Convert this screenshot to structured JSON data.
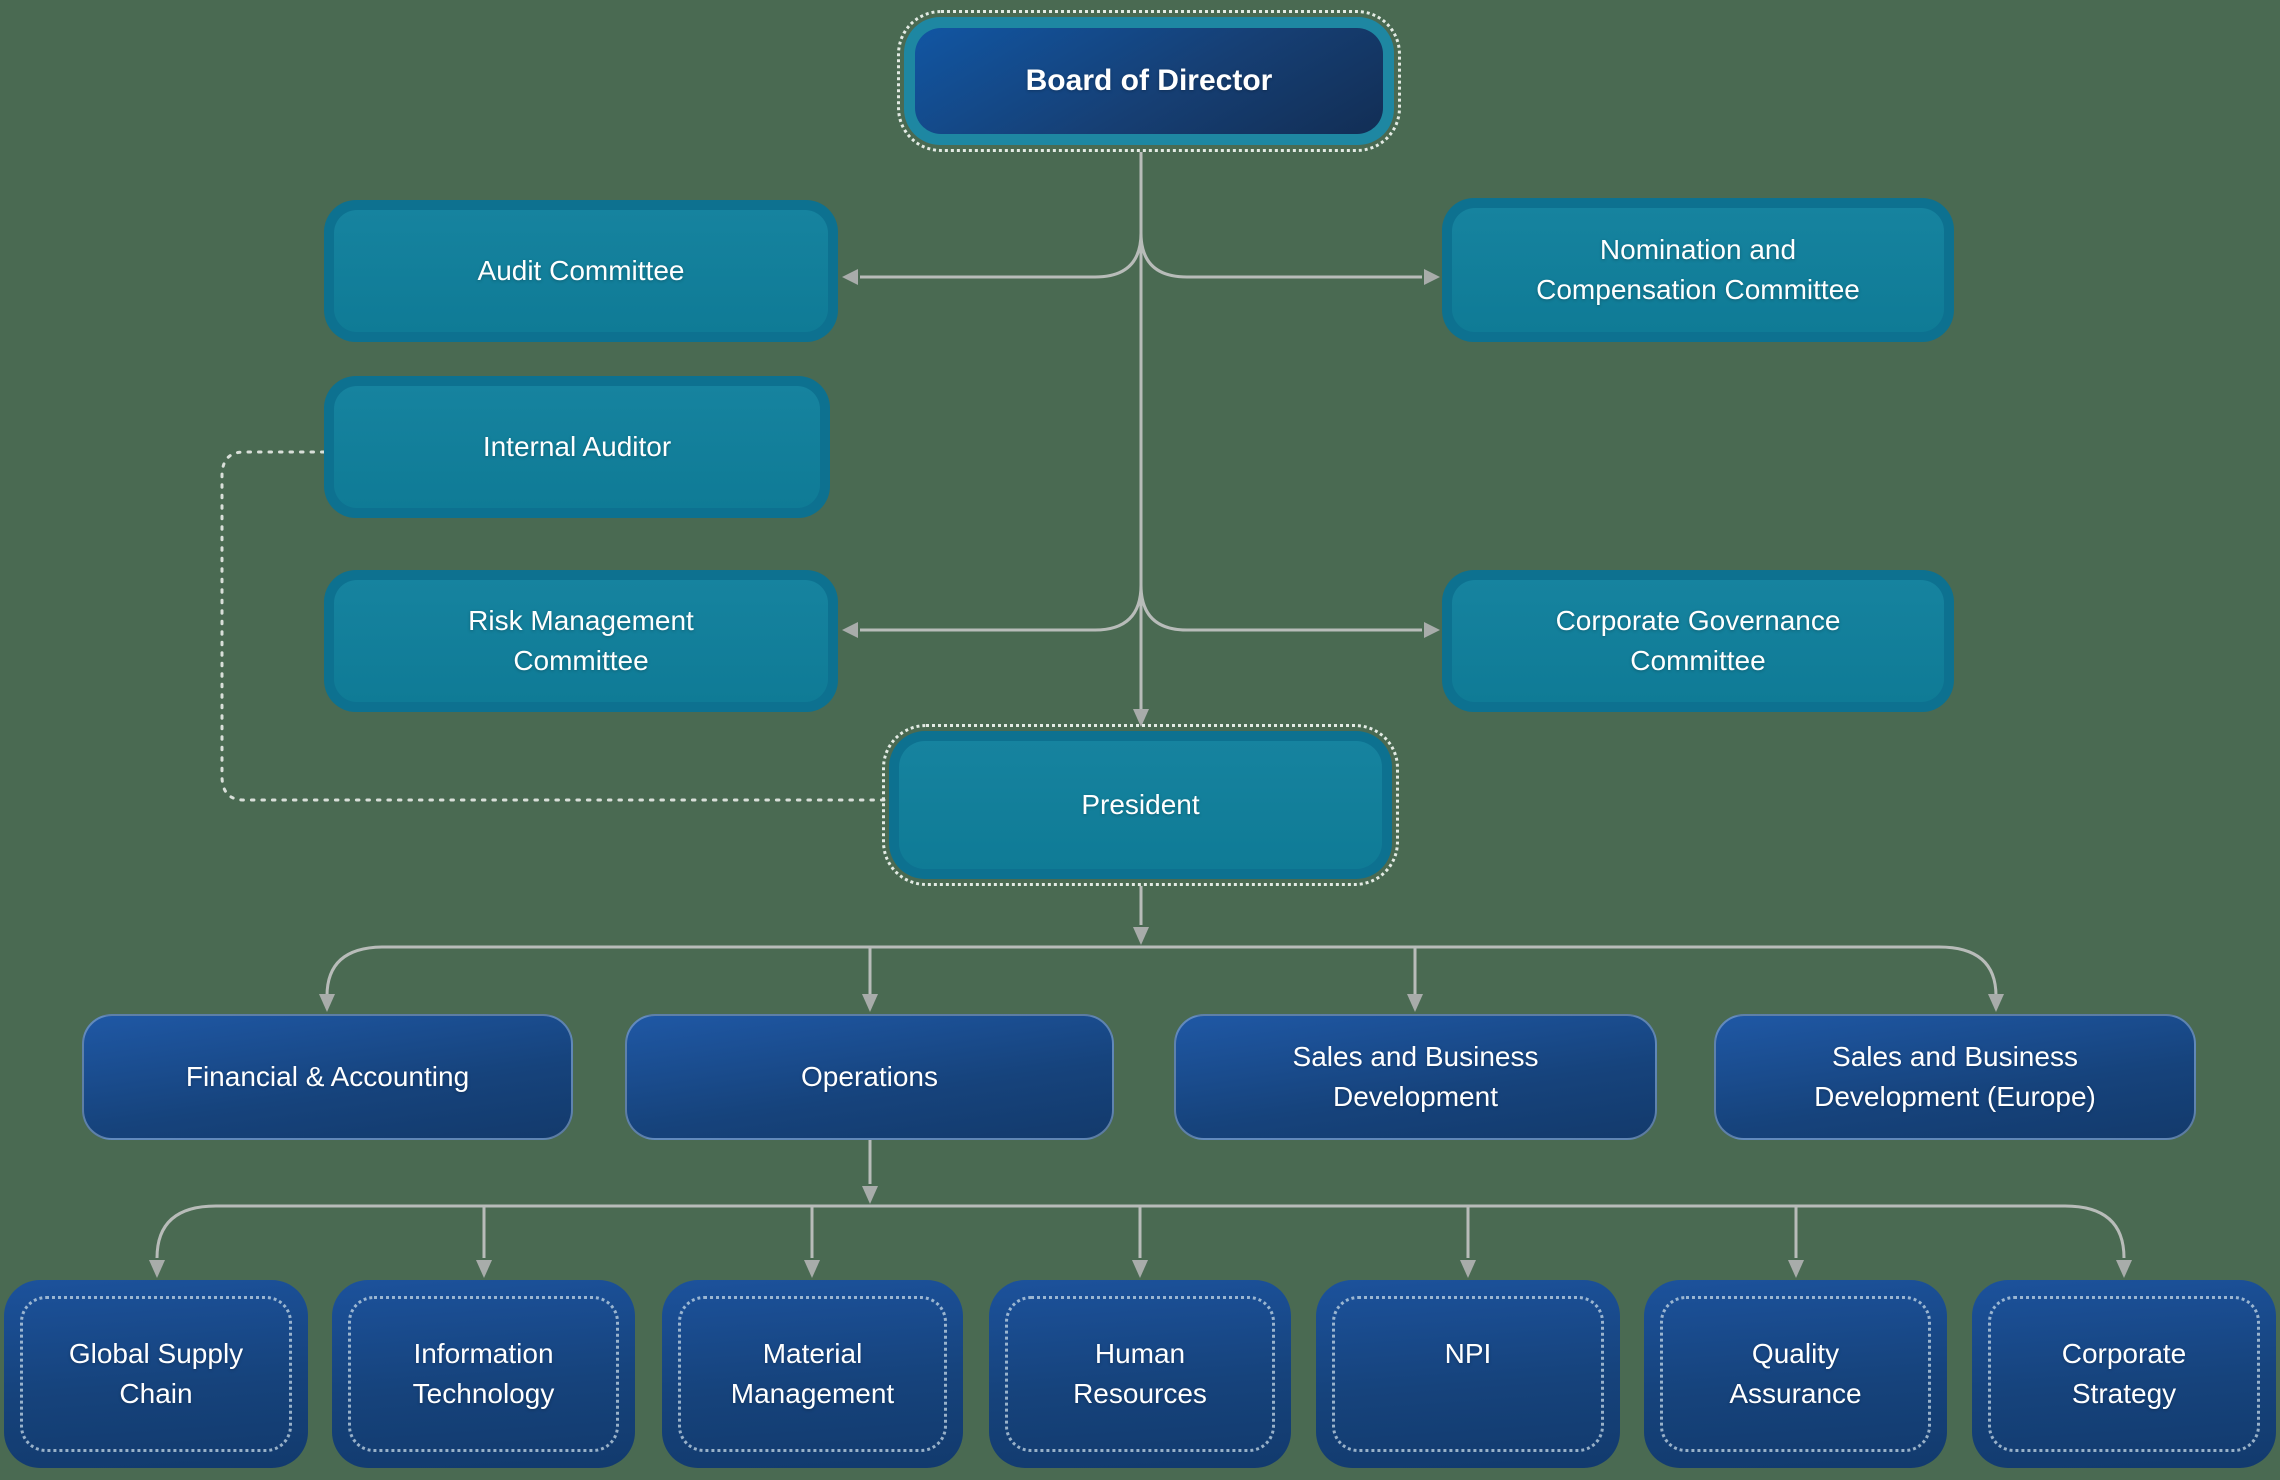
{
  "app": {
    "type": "organization-chart",
    "background_color": "#4a6a52",
    "connector_color": "#b8bcb9",
    "arrow_color": "#a8acaa",
    "dotted_connector_color": "#d9dfd9",
    "teal_box_color": "#14809c",
    "blue_box_color": "#17488a",
    "text_color": "#ffffff"
  },
  "nodes": {
    "board": {
      "label": "Board of Director"
    },
    "audit": {
      "label": "Audit Committee"
    },
    "nomination": {
      "label": "Nomination and\nCompensation Committee"
    },
    "internal_auditor": {
      "label": "Internal Auditor"
    },
    "risk": {
      "label": "Risk Management\nCommittee"
    },
    "governance": {
      "label": "Corporate Governance\nCommittee"
    },
    "president": {
      "label": "President"
    },
    "financial": {
      "label": "Financial & Accounting"
    },
    "operations": {
      "label": "Operations"
    },
    "sales": {
      "label": "Sales and Business\nDevelopment"
    },
    "sales_europe": {
      "label": "Sales and Business\nDevelopment (Europe)"
    },
    "global_supply_chain": {
      "label": "Global Supply\nChain"
    },
    "information_technology": {
      "label": "Information\nTechnology"
    },
    "material_management": {
      "label": "Material\nManagement"
    },
    "human_resources": {
      "label": "Human\nResources"
    },
    "npi": {
      "label": "NPI"
    },
    "quality_assurance": {
      "label": "Quality\nAssurance"
    },
    "corporate_strategy": {
      "label": "Corporate\nStrategy"
    }
  }
}
